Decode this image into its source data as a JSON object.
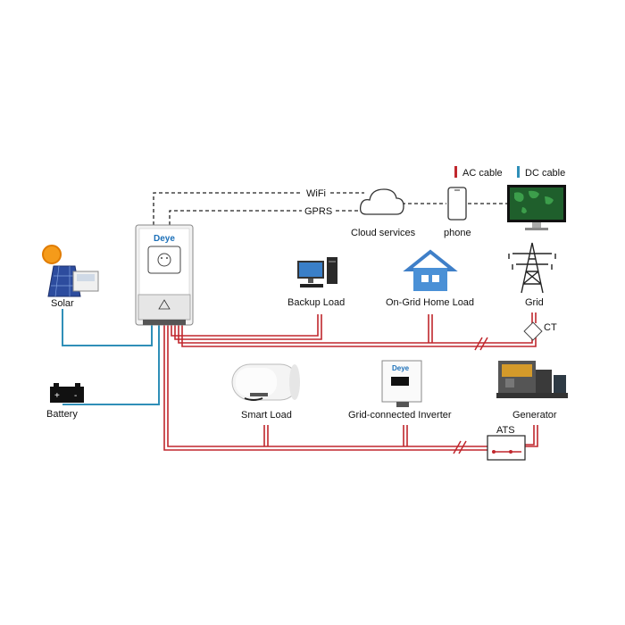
{
  "legend": {
    "ac_label": "AC cable",
    "dc_label": "DC cable",
    "ac_color": "#c0272d",
    "dc_color": "#2f8fb8"
  },
  "comms": {
    "wifi_label": "WiFi",
    "gprs_label": "GPRS"
  },
  "inverter": {
    "brand": "Deye"
  },
  "grid_inverter": {
    "brand": "Deye"
  },
  "nodes": {
    "solar": "Solar",
    "battery": "Battery",
    "cloud": "Cloud services",
    "phone": "phone",
    "backup_load": "Backup Load",
    "home_load": "On-Grid Home Load",
    "grid": "Grid",
    "ct": "CT",
    "smart_load": "Smart Load",
    "grid_inverter": "Grid-connected Inverter",
    "generator": "Generator",
    "ats": "ATS"
  },
  "colors": {
    "dark": "#333333",
    "roof_blue": "#3f7fc8",
    "house_blue": "#4a90d6",
    "screen_green": "#1f5f2c"
  }
}
